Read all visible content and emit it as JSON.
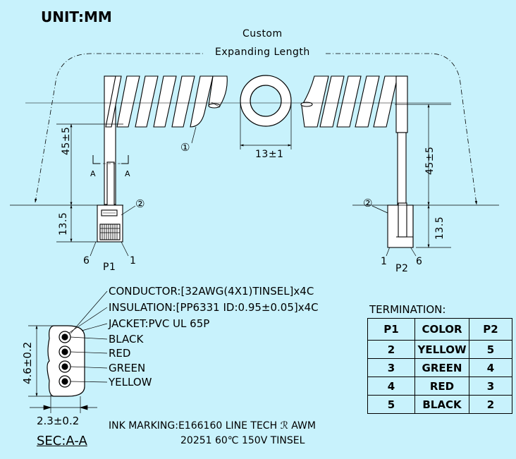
{
  "title": "UNIT:MM",
  "top_dimension": {
    "line1": "Custom",
    "line2": "Expanding Length"
  },
  "dims": {
    "coil_od": "13±1",
    "left_45": "45±5",
    "right_45": "45±5",
    "left_13": "13.5",
    "right_13": "13.5",
    "section_height": "4.6±0.2",
    "section_width": "2.3±0.2"
  },
  "labels": {
    "callout_1": "①",
    "callout_2_left": "②",
    "callout_2_right": "②",
    "p1": "P1",
    "p2": "P2",
    "p1_pin_left": "6",
    "p1_pin_right": "1",
    "p2_pin_left": "1",
    "p2_pin_right": "6",
    "section_mark_left": "A",
    "section_mark_right": "A"
  },
  "specs": {
    "conductor": "CONDUCTOR:[32AWG(4X1)TINSEL]x4C",
    "insulation": "INSULATION:[PP6331 ID:0.95±0.05]x4C",
    "jacket": "JACKET:PVC UL 65P",
    "wires": [
      "BLACK",
      "RED",
      "GREEN",
      "YELLOW"
    ]
  },
  "termination": {
    "title": "TERMINATION:",
    "headers": [
      "P1",
      "COLOR",
      "P2"
    ],
    "rows": [
      [
        "2",
        "YELLOW",
        "5"
      ],
      [
        "3",
        "GREEN",
        "4"
      ],
      [
        "4",
        "RED",
        "3"
      ],
      [
        "5",
        "BLACK",
        "2"
      ]
    ]
  },
  "ink_marking": {
    "line1_prefix": "INK MARKING:E166160 LINE TECH",
    "ul_mark": "ℛ",
    "line1_suffix": "AWM",
    "line2": "20251 60℃ 150V TINSEL"
  },
  "section_label": "SEC:A-A",
  "colors": {
    "background": "#c8f2fc",
    "ink": "#000000",
    "part_fill": "#ffffff"
  }
}
